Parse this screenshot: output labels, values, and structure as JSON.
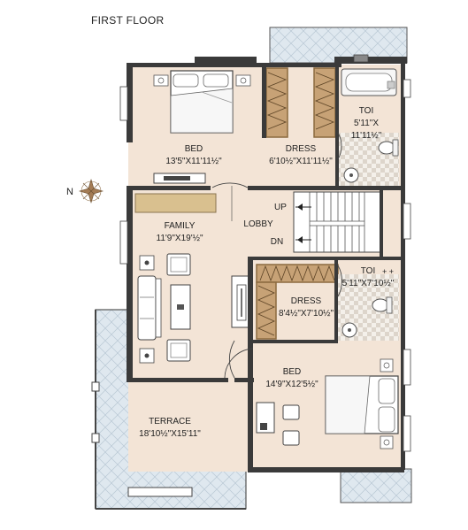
{
  "title": "FIRST FLOOR",
  "north": "N",
  "rooms": {
    "bed1": {
      "name": "BED",
      "dims": "13'5\"X11'11½\""
    },
    "dress1": {
      "name": "DRESS",
      "dims": "6'10½\"X11'11½\""
    },
    "toi1": {
      "name": "TOI",
      "dims_line1": "5'11\"X",
      "dims_line2": "11'11½\""
    },
    "family": {
      "name": "FAMILY",
      "dims": "11'9\"X19'½\""
    },
    "lobby": {
      "name": "LOBBY"
    },
    "stairs": {
      "up": "UP",
      "dn": "DN"
    },
    "toi2": {
      "name": "TOI",
      "dims": "5'11\"X7'10½\""
    },
    "dress2": {
      "name": "DRESS",
      "dims": "8'4½\"X7'10½\""
    },
    "bed2": {
      "name": "BED",
      "dims": "14'9\"X12'5½\""
    },
    "terrace": {
      "name": "TERRACE",
      "dims": "18'10½\"X15'11\""
    }
  },
  "colors": {
    "floor": "#f3e4d6",
    "wall": "#3a3a3a",
    "terrace": "#dfe8ef",
    "tile": "#e6e6e6",
    "dress_frame": "#8b6a3f",
    "dress_stripe": "#c7a276",
    "table": "#d9c08f"
  }
}
